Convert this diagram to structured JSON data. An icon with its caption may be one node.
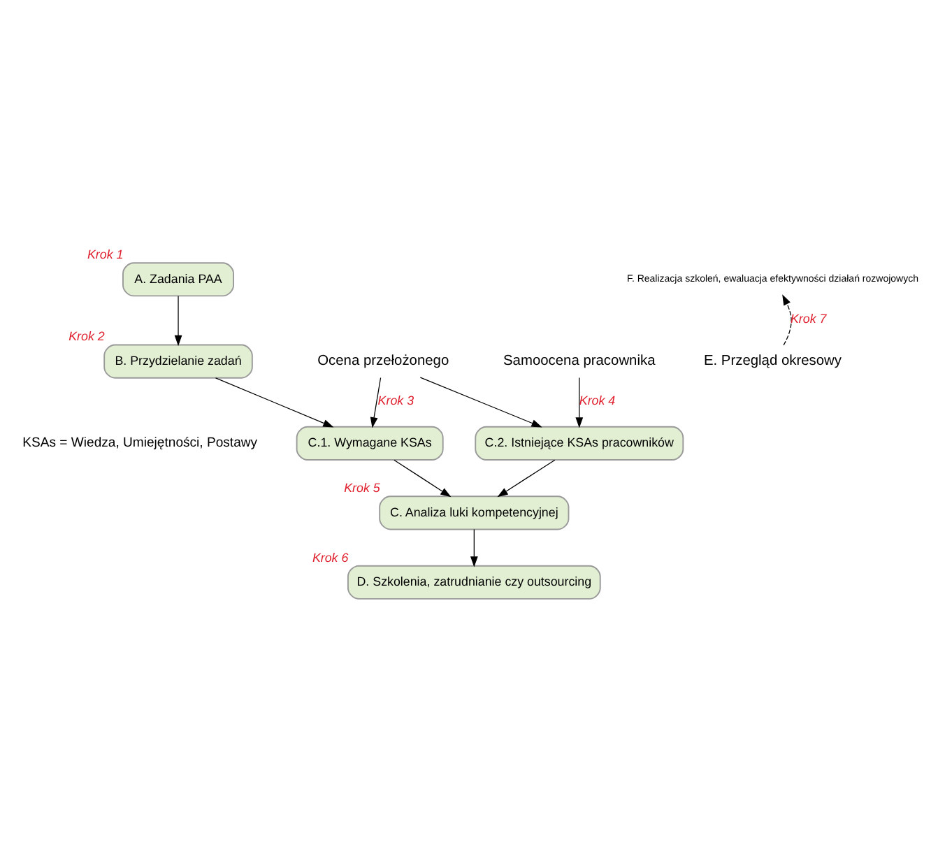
{
  "diagram": {
    "nodes": [
      {
        "text": [
          "A. Zadania PAA"
        ],
        "beside": [
          "Krok 1"
        ]
      },
      {
        "text": [
          "B. Przydzielanie zadań"
        ],
        "beside": [
          "Krok 2"
        ]
      },
      {
        "text": [
          "Ocena przełożonego"
        ]
      },
      {
        "text": [
          "Samoocena pracownika"
        ]
      },
      {
        "text": [
          "F. Realizacja szkoleń, ewaluacja efektywności działań rozwojowych"
        ]
      },
      {
        "text": [
          "C.2. Istniejące KSAs pracowników"
        ]
      },
      {
        "text": [
          "C.1. Wymagane KSAs"
        ]
      },
      {
        "text": [
          "E. Przegląd okresowy"
        ]
      },
      {
        "text": [
          "C. Analiza luki kompetencyjnej"
        ],
        "beside": [
          "Krok 5"
        ]
      },
      {
        "text": [
          "D. Szkolenia, zatrudnianie czy outsourcing"
        ],
        "beside": [
          "Krok 6"
        ]
      }
    ],
    "edges": [
      {
        "from": 0,
        "to": 1,
        "arrow": "to"
      },
      {
        "from": 1,
        "to": 6,
        "arrow": "to"
      },
      {
        "from": 2,
        "to": 6,
        "arrow": "to",
        "label": "Krok 3"
      },
      {
        "from": 2,
        "to": 5,
        "arrow": "to"
      },
      {
        "from": 3,
        "to": 5,
        "arrow": "to",
        "label": "Krok 4"
      },
      {
        "from": 7,
        "to": 4,
        "arrow": "to",
        "label": "Krok 7",
        "style": "dashed"
      },
      {
        "from": 6,
        "to": 8,
        "arrow": "to"
      },
      {
        "from": 5,
        "to": 8,
        "arrow": "to"
      },
      {
        "from": 8,
        "to": 9,
        "arrow": "to"
      }
    ],
    "labels": [
      "KSAs = Wiedza, Umiejętności, Postawy"
    ]
  }
}
